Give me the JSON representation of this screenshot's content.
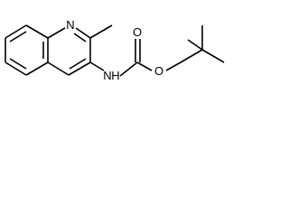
{
  "structure": {
    "atoms": {
      "ring_nitrogen": "N",
      "amine_nitrogen": "N",
      "amine_hydrogen": "H",
      "carbonyl_oxygen": "O",
      "ester_oxygen": "O"
    }
  },
  "colors": {
    "bond": "#000000",
    "label": "#000000",
    "background": "#ffffff"
  }
}
